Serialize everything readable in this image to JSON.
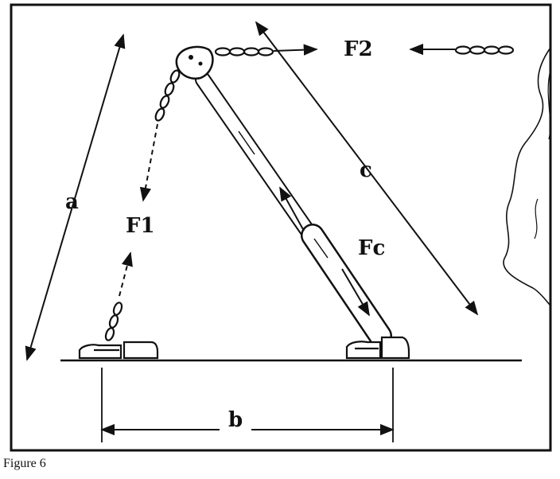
{
  "labels": {
    "a": "a",
    "b": "b",
    "c": "c",
    "f1": "F1",
    "f2": "F2",
    "fc": "Fc"
  },
  "caption": "Figure 6",
  "colors": {
    "ink": "#111111",
    "paper": "#ffffff"
  }
}
